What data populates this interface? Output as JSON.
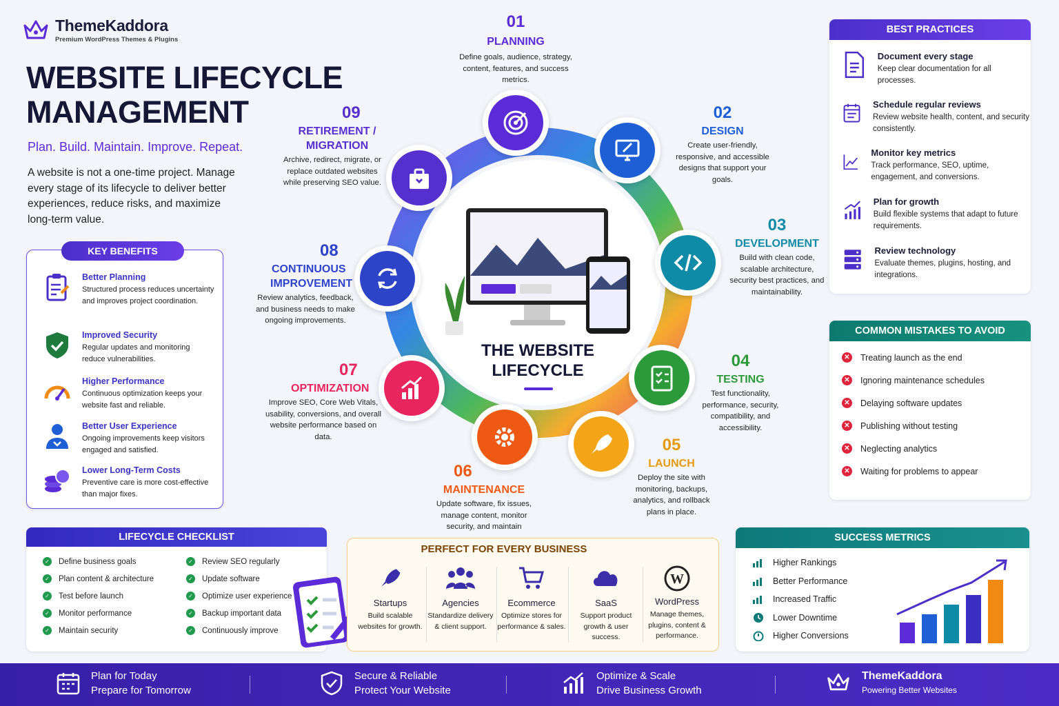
{
  "brand": {
    "name": "ThemeKaddora",
    "sub": "Premium WordPress Themes & Plugins"
  },
  "title": {
    "line1": "WEBSITE LIFECYCLE",
    "line2": "MANAGEMENT"
  },
  "tagline": "Plan. Build. Maintain. Improve. Repeat.",
  "intro": "A website is not a one-time project. Manage every stage of its lifecycle to deliver better experiences, reduce risks, and maximize long-term value.",
  "key_benefits": {
    "title": "KEY BENEFITS",
    "items": [
      {
        "title": "Better Planning",
        "desc": "Structured process reduces uncertainty and improves project coordination.",
        "icon": "clipboard-icon"
      },
      {
        "title": "Improved Security",
        "desc": "Regular updates and monitoring reduce vulnerabilities.",
        "icon": "shield-icon"
      },
      {
        "title": "Higher Performance",
        "desc": "Continuous optimization keeps your website fast and reliable.",
        "icon": "speedometer-icon"
      },
      {
        "title": "Better User Experience",
        "desc": "Ongoing improvements keep visitors engaged and satisfied.",
        "icon": "user-icon"
      },
      {
        "title": "Lower Long-Term Costs",
        "desc": "Preventive care is more cost-effective than major fixes.",
        "icon": "coins-icon"
      }
    ]
  },
  "lifecycle": {
    "center_title_1": "THE WEBSITE",
    "center_title_2": "LIFECYCLE",
    "stages": [
      {
        "num": "01",
        "title": "PLANNING",
        "desc": "Define goals, audience, strategy, content, features, and success metrics.",
        "color": "#5b2bd8",
        "icon": "target-icon"
      },
      {
        "num": "02",
        "title": "DESIGN",
        "desc": "Create user-friendly, responsive, and accessible designs that support your goals.",
        "color": "#1e5fd6",
        "icon": "design-monitor-icon"
      },
      {
        "num": "03",
        "title": "DEVELOPMENT",
        "desc": "Build with clean code, scalable architecture, security best practices, and maintainability.",
        "color": "#0f8ba8",
        "icon": "code-icon"
      },
      {
        "num": "04",
        "title": "TESTING",
        "desc": "Test functionality, performance, security, compatibility, and accessibility.",
        "color": "#2c9a3a",
        "icon": "checklist-icon"
      },
      {
        "num": "05",
        "title": "LAUNCH",
        "desc": "Deploy the site with monitoring, backups, analytics, and rollback plans in place.",
        "color": "#e59a10",
        "icon": "rocket-icon"
      },
      {
        "num": "06",
        "title": "MAINTENANCE",
        "desc": "Update software, fix issues, manage content, monitor security, and maintain performance.",
        "color": "#ee5a14",
        "icon": "gear-icon"
      },
      {
        "num": "07",
        "title": "OPTIMIZATION",
        "desc": "Improve SEO, Core Web Vitals, usability, conversions, and overall website performance based on data.",
        "color": "#e8255c",
        "icon": "bar-chart-icon"
      },
      {
        "num": "08",
        "title_1": "CONTINUOUS",
        "title_2": "IMPROVEMENT",
        "desc": "Review analytics, feedback, and business needs to make ongoing improvements.",
        "color": "#2d44c9",
        "icon": "refresh-icon"
      },
      {
        "num": "09",
        "title_1": "RETIREMENT /",
        "title_2": "MIGRATION",
        "desc": "Archive, redirect, migrate, or replace outdated websites while preserving SEO value.",
        "color": "#5630cf",
        "icon": "archive-box-icon"
      }
    ]
  },
  "best_practices": {
    "title": "BEST PRACTICES",
    "items": [
      {
        "title": "Document every stage",
        "desc": "Keep clear documentation for all processes.",
        "icon": "document-icon"
      },
      {
        "title": "Schedule regular reviews",
        "desc": "Review website health, content, and security consistently.",
        "icon": "calendar-icon"
      },
      {
        "title": "Monitor key metrics",
        "desc": "Track performance, SEO, uptime, engagement, and conversions.",
        "icon": "trend-icon"
      },
      {
        "title": "Plan for growth",
        "desc": "Build flexible systems that adapt to future requirements.",
        "icon": "growth-icon"
      },
      {
        "title": "Review technology",
        "desc": "Evaluate themes, plugins, hosting, and integrations.",
        "icon": "server-icon"
      }
    ]
  },
  "mistakes": {
    "title": "COMMON MISTAKES TO AVOID",
    "items": [
      "Treating launch as the end",
      "Ignoring maintenance schedules",
      "Delaying software updates",
      "Publishing without testing",
      "Neglecting analytics",
      "Waiting for problems to appear"
    ]
  },
  "checklist": {
    "title": "LIFECYCLE CHECKLIST",
    "col1": [
      "Define business goals",
      "Plan content & architecture",
      "Test before launch",
      "Monitor performance",
      "Maintain security"
    ],
    "col2": [
      "Review SEO regularly",
      "Update software",
      "Optimize user experience",
      "Backup important data",
      "Continuously improve"
    ]
  },
  "perfect": {
    "title": "PERFECT FOR EVERY BUSINESS",
    "items": [
      {
        "title": "Startups",
        "desc": "Build scalable websites for growth.",
        "icon": "rocket-icon"
      },
      {
        "title": "Agencies",
        "desc": "Standardize delivery & client support.",
        "icon": "team-icon"
      },
      {
        "title": "Ecommerce",
        "desc": "Optimize stores for performance & sales.",
        "icon": "cart-icon"
      },
      {
        "title": "SaaS",
        "desc": "Support product growth & user success.",
        "icon": "cloud-icon"
      },
      {
        "title": "WordPress",
        "desc": "Manage themes, plugins, content & performance.",
        "icon": "wordpress-icon"
      }
    ]
  },
  "success": {
    "title": "SUCCESS METRICS",
    "items": [
      "Higher Rankings",
      "Better Performance",
      "Increased Traffic",
      "Lower Downtime",
      "Higher Conversions"
    ],
    "bar_colors": [
      "#5b2bd8",
      "#1e5fd6",
      "#0f8ba8",
      "#3a2fc0",
      "#f08a12"
    ]
  },
  "footer": {
    "items": [
      {
        "l1": "Plan for Today",
        "l2": "Prepare for Tomorrow",
        "icon": "calendar-icon"
      },
      {
        "l1": "Secure & Reliable",
        "l2": "Protect Your Website",
        "icon": "shield-check-icon"
      },
      {
        "l1": "Optimize & Scale",
        "l2": "Drive Business Growth",
        "icon": "growth-icon"
      },
      {
        "l1": "ThemeKaddora",
        "l2": "Powering Better Websites",
        "icon": "crown-icon"
      }
    ]
  }
}
